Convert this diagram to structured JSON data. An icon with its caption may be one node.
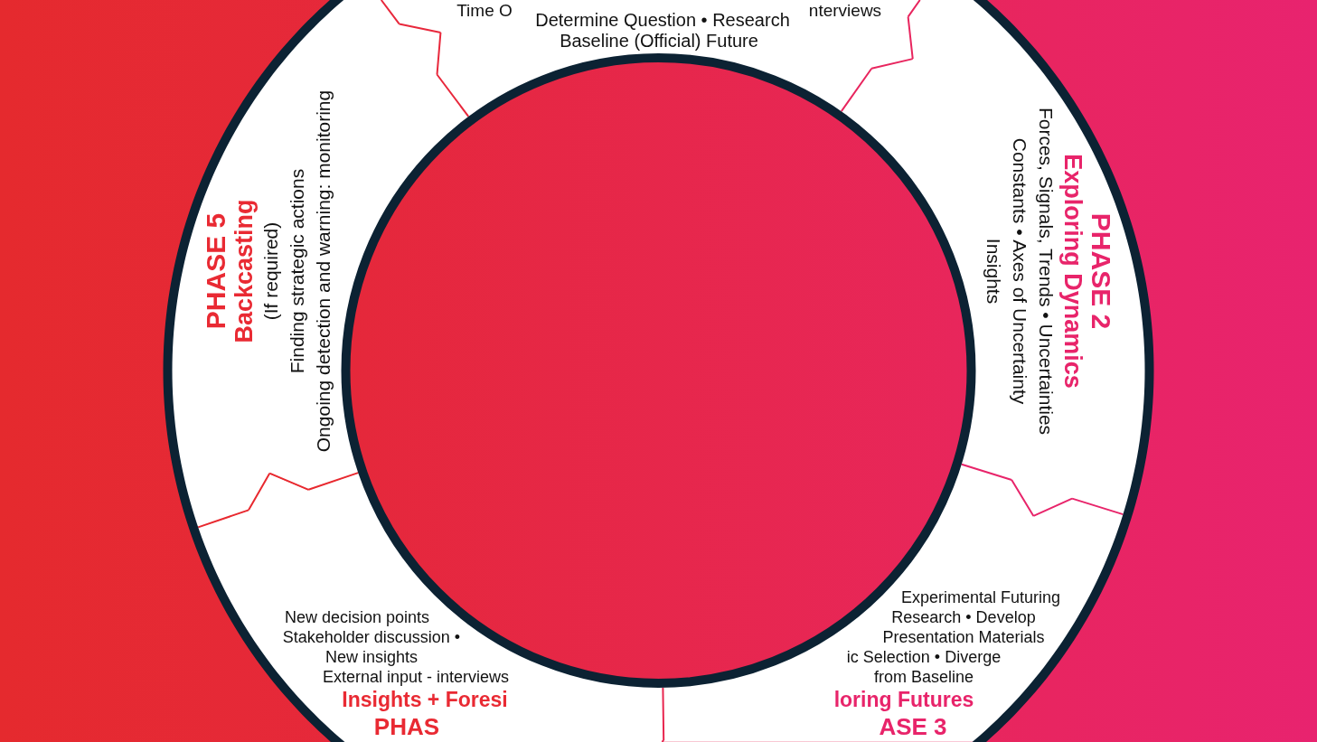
{
  "diagram": {
    "nodes": [
      {
        "text": [
          "Time O",
          "nterviews",
          "Determine Question • Research",
          "Baseline (Official) Future"
        ]
      },
      {
        "text": [
          "PHASE 2",
          "Exploring Dynamics",
          "Forces, Signals, Trends • Uncertainties",
          "Constants • Axes of Uncertainty",
          "Insights"
        ]
      },
      {
        "text": [
          "Experimental Futuring",
          "Research • Develop Presentation Materials",
          "ic Selection • Diverge from Baseline",
          "loring Futures",
          "ASE 3"
        ]
      },
      {
        "text": [
          "New decision points",
          "Stakeholder discussion • New insights",
          "External input - interviews",
          "Insights + Foresi",
          "PHAS"
        ]
      },
      {
        "text": [
          "PHASE 5",
          "Backcasting",
          "(If required)",
          "Finding strategic actions",
          "Ongoing detection and warning: monitoring"
        ]
      }
    ]
  }
}
